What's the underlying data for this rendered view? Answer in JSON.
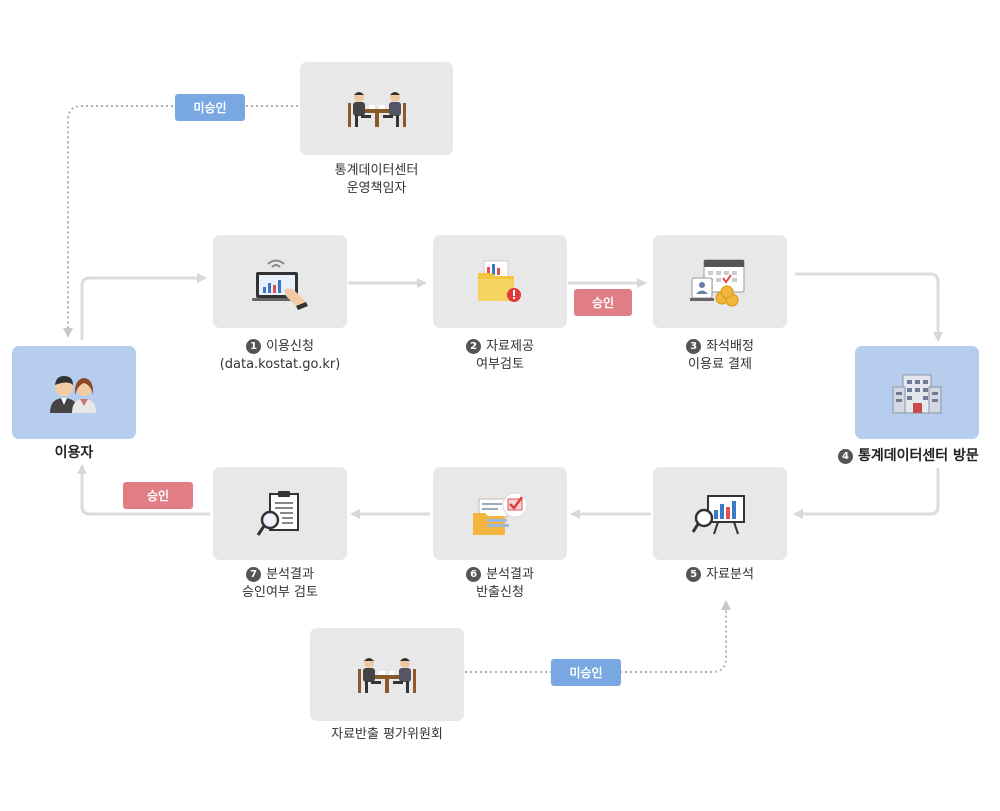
{
  "nodes": {
    "supervisor": {
      "line1": "통계데이터센터",
      "line2": "운영책임자"
    },
    "user": {
      "label": "이용자"
    },
    "step1": {
      "num": "1",
      "line1": "이용신청",
      "line2": "(data.kostat.go.kr)"
    },
    "step2": {
      "num": "2",
      "line1": "자료제공",
      "line2": "여부검토"
    },
    "step3": {
      "num": "3",
      "line1": "좌석배정",
      "line2": "이용료 결제"
    },
    "step4": {
      "num": "4",
      "label": "통계데이터센터 방문"
    },
    "step5": {
      "num": "5",
      "line1": "자료분석"
    },
    "step6": {
      "num": "6",
      "line1": "분석결과",
      "line2": "반출신청"
    },
    "step7": {
      "num": "7",
      "line1": "분석결과",
      "line2": "승인여부 검토"
    },
    "committee": {
      "line1": "자료반출 평가위원회"
    }
  },
  "badges": {
    "top_unapproved": "미승인",
    "step2_approved": "승인",
    "step7_approved": "승인",
    "bottom_unapproved": "미승인"
  },
  "colors": {
    "box": "#e8e8e8",
    "box_highlight": "#b7cdee",
    "approved": "#e07d85",
    "unapproved": "#79a7e1",
    "connector": "#d8d8d8"
  },
  "icons": [
    "meeting-icon",
    "users-icon",
    "laptop-touch-icon",
    "folder-alert-icon",
    "calendar-payment-icon",
    "building-icon",
    "chart-magnifier-icon",
    "folder-check-icon",
    "document-magnifier-icon",
    "meeting-icon"
  ]
}
